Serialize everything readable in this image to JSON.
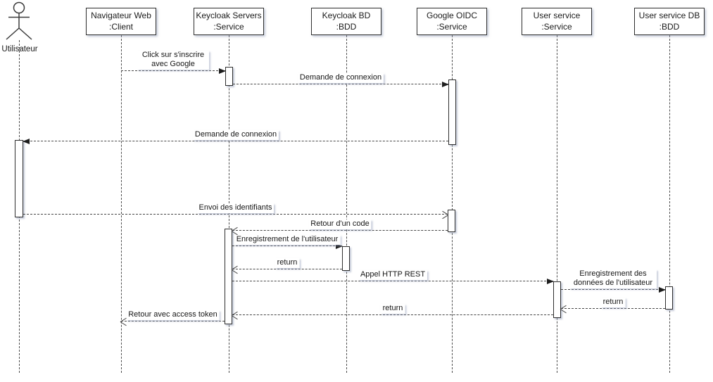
{
  "diagram": {
    "type": "uml-sequence",
    "actor": {
      "name": "Utilisateur"
    },
    "participants": [
      {
        "name": "Navigateur Web",
        "role": ":Client"
      },
      {
        "name": "Keycloak Servers",
        "role": ":Service"
      },
      {
        "name": "Keycloak BD",
        "role": ":BDD"
      },
      {
        "name": "Google OIDC",
        "role": ":Service"
      },
      {
        "name": "User service",
        "role": ":Service"
      },
      {
        "name": "User service DB",
        "role": ":BDD"
      }
    ],
    "messages": [
      {
        "label": "Click sur s'inscrire avec Google",
        "from": "Navigateur Web",
        "to": "Keycloak Servers",
        "arrow": "filled"
      },
      {
        "label": "Demande de connexion",
        "from": "Keycloak Servers",
        "to": "Google OIDC",
        "arrow": "filled"
      },
      {
        "label": "Demande de connexion",
        "from": "Google OIDC",
        "to": "Utilisateur",
        "arrow": "filled"
      },
      {
        "label": "Envoi des identifiants",
        "from": "Utilisateur",
        "to": "Google OIDC",
        "arrow": "open"
      },
      {
        "label": "Retour d'un code",
        "from": "Google OIDC",
        "to": "Keycloak Servers",
        "arrow": "open"
      },
      {
        "label": "Enregistrement de l'utilisateur",
        "from": "Keycloak Servers",
        "to": "Keycloak BD",
        "arrow": "filled"
      },
      {
        "label": "return",
        "from": "Keycloak BD",
        "to": "Keycloak Servers",
        "arrow": "open"
      },
      {
        "label": "Appel HTTP REST",
        "from": "Keycloak Servers",
        "to": "User service",
        "arrow": "filled"
      },
      {
        "label": "Enregistrement des données de l'utilisateur",
        "from": "User service",
        "to": "User service DB",
        "arrow": "filled"
      },
      {
        "label": "return",
        "from": "User service DB",
        "to": "User service",
        "arrow": "open"
      },
      {
        "label": "return",
        "from": "User service",
        "to": "Keycloak Servers",
        "arrow": "open"
      },
      {
        "label": "Retour avec access token",
        "from": "Keycloak Servers",
        "to": "Navigateur Web",
        "arrow": "open"
      }
    ],
    "colors": {
      "background": "#ffffff",
      "stroke": "#3b3b3b",
      "text": "#1a1a1a",
      "shadow": "#aab4c8"
    }
  }
}
